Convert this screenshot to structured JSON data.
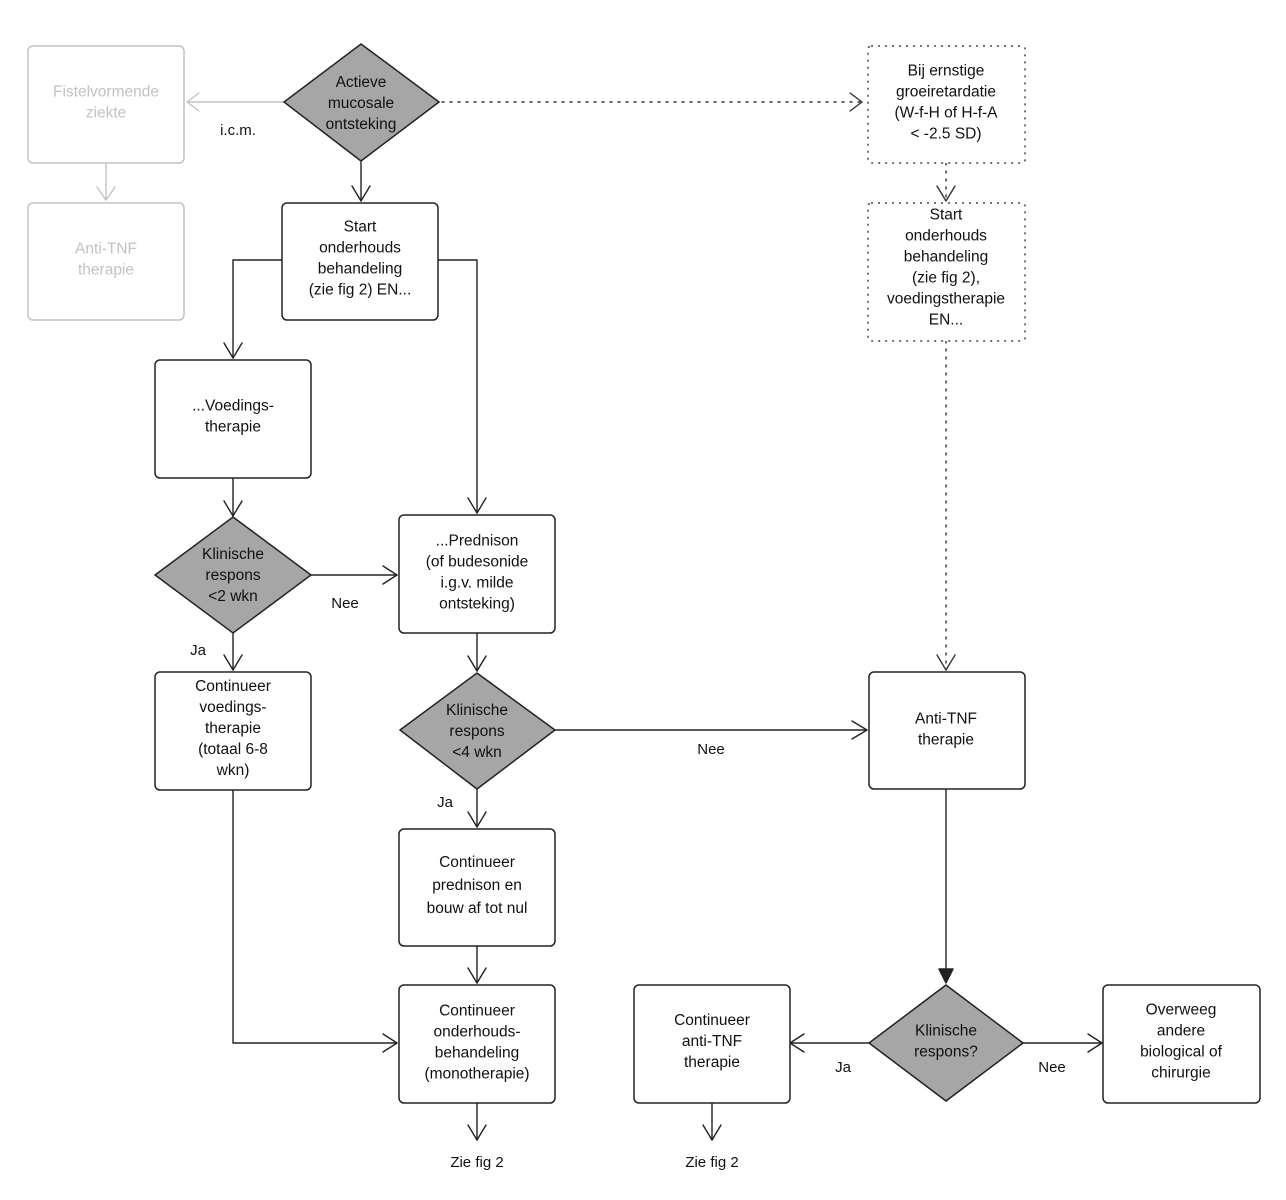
{
  "colors": {
    "line": "#222222",
    "faded": "#c2c2c2",
    "diamond_fill": "#a6a6a6",
    "box_fill": "#ffffff"
  },
  "nodes": {
    "actieve": {
      "lines": [
        "Actieve",
        "mucosale",
        "ontsteking"
      ]
    },
    "fistel": {
      "lines": [
        "Fistelvormende",
        "ziekte"
      ]
    },
    "antitnf_faded": {
      "lines": [
        "Anti-TNF",
        "therapie"
      ]
    },
    "start_onderhoud": {
      "lines": [
        "Start",
        "onderhouds",
        "behandeling",
        "(zie fig 2) EN..."
      ]
    },
    "groeiretardatie": {
      "lines": [
        "Bij ernstige",
        "groeiretardatie",
        "(W-f-H of H-f-A",
        "< -2.5 SD)"
      ]
    },
    "start_onderhoud_voeding": {
      "lines": [
        "Start",
        "onderhouds",
        "behandeling",
        "(zie fig 2),",
        "voedingstherapie",
        "EN..."
      ]
    },
    "voedingstherapie": {
      "lines": [
        "...Voedings-",
        "therapie"
      ]
    },
    "klinisch_2wkn": {
      "lines": [
        "Klinische",
        "respons",
        "<2 wkn"
      ]
    },
    "prednison": {
      "lines": [
        "...Prednison",
        "(of budesonide",
        "i.g.v. milde",
        "ontsteking)"
      ]
    },
    "continueer_voeding": {
      "lines": [
        "Continueer",
        "voedings-",
        "therapie",
        "(totaal 6-8",
        "wkn)"
      ]
    },
    "klinisch_4wkn": {
      "lines": [
        "Klinische",
        "respons",
        "<4 wkn"
      ]
    },
    "antitnf": {
      "lines": [
        "Anti-TNF",
        "therapie"
      ]
    },
    "continueer_prednison": {
      "lines": [
        "Continueer",
        "prednison en",
        "bouw af tot nul"
      ]
    },
    "continueer_onderhoud": {
      "lines": [
        "Continueer",
        "onderhouds-",
        "behandeling",
        "(monotherapie)"
      ]
    },
    "continueer_antitnf": {
      "lines": [
        "Continueer",
        "anti-TNF",
        "therapie"
      ]
    },
    "klinisch_respons": {
      "lines": [
        "Klinische",
        "respons?"
      ]
    },
    "overweeg": {
      "lines": [
        "Overweeg",
        "andere",
        "biological of",
        "chirurgie"
      ]
    }
  },
  "labels": {
    "icm": "i.c.m.",
    "nee_2wkn": "Nee",
    "ja_2wkn": "Ja",
    "nee_4wkn": "Nee",
    "ja_4wkn": "Ja",
    "ja_respons": "Ja",
    "nee_respons": "Nee",
    "zie_fig_left": "Zie fig 2",
    "zie_fig_right": "Zie fig 2"
  }
}
